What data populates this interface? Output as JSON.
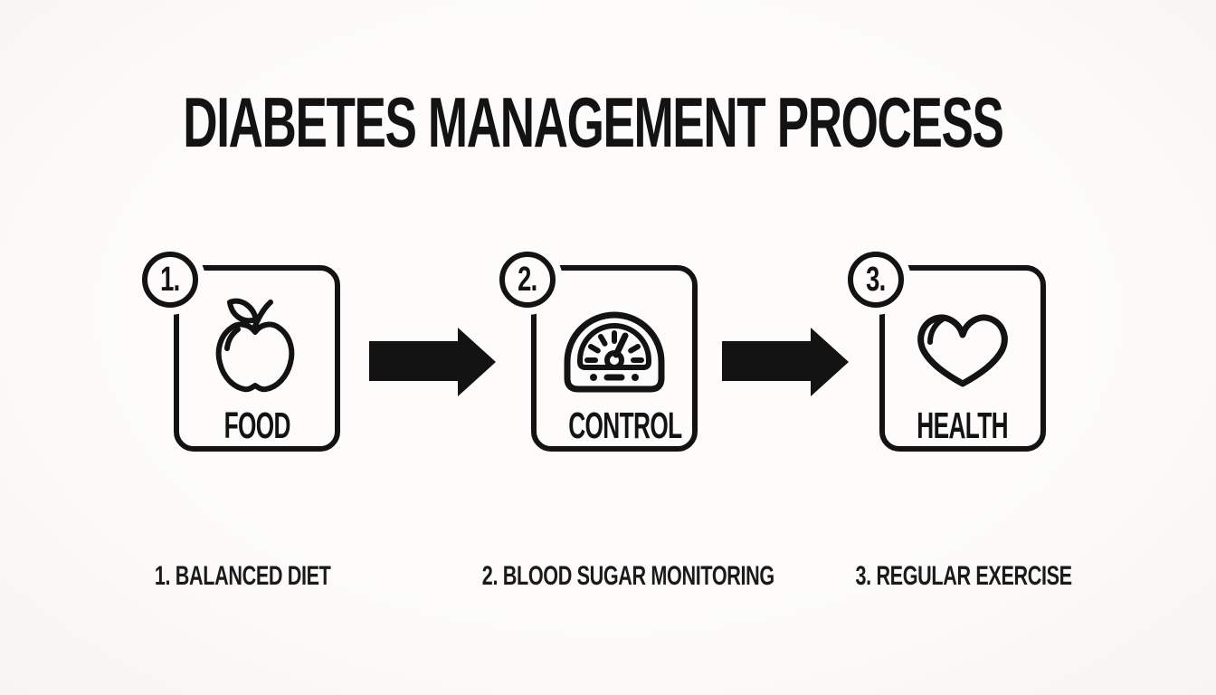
{
  "page": {
    "title": "DIABETES MANAGEMENT PROCESS",
    "background_color": "#fdfcfb",
    "ink_color": "#131313"
  },
  "steps": [
    {
      "number": "1.",
      "box_label": "FOOD",
      "icon": "apple-icon",
      "caption": "1. BALANCED DIET"
    },
    {
      "number": "2.",
      "box_label": "CONTROL",
      "icon": "gauge-icon",
      "caption": "2. BLOOD SUGAR MONITORING"
    },
    {
      "number": "3.",
      "box_label": "HEALTH",
      "icon": "heart-icon",
      "caption": "3. REGULAR EXERCISE"
    }
  ],
  "arrows": [
    {
      "icon": "arrow-right-icon"
    },
    {
      "icon": "arrow-right-icon"
    }
  ]
}
